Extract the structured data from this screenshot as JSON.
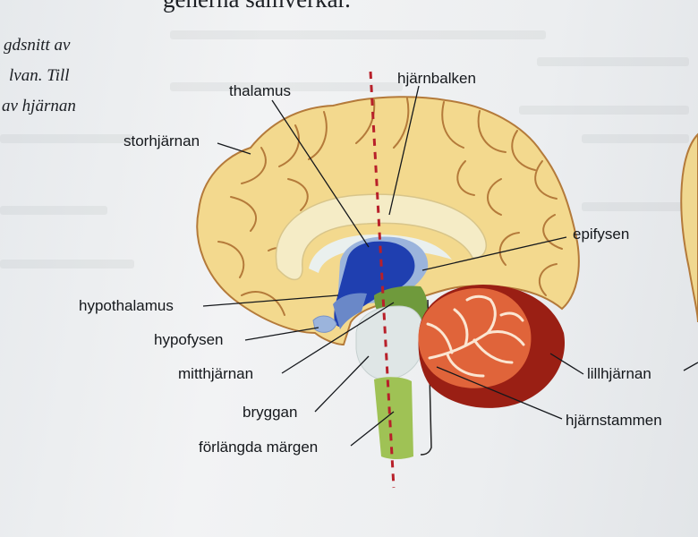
{
  "heading": "generna samverkar.",
  "caption": {
    "line1": "gdsnitt av",
    "line2": "lvan. Till",
    "line3": "av hjärnan"
  },
  "labels": {
    "storhjarnan": "storhjärnan",
    "thalamus": "thalamus",
    "hjarnbalken": "hjärnbalken",
    "epifysen": "epifysen",
    "hypothalamus": "hypothalamus",
    "hypofysen": "hypofysen",
    "mitthjarnan": "mitthjärnan",
    "bryggan": "bryggan",
    "forlangda_margen": "förlängda märgen",
    "lillhjarnan": "lillhjärnan",
    "hjarnstammen": "hjärnstammen"
  },
  "colors": {
    "cerebrum": "#f3d98e",
    "cerebrum_outline": "#b47a3a",
    "corpus_callosum": "#f5ecc6",
    "thalamus": "#1f3fb0",
    "light_blue": "#9bb4dc",
    "midbrain": "#6f9a3c",
    "pons": "#dfe6e6",
    "medulla": "#9fc255",
    "cerebellum_light": "#e0643a",
    "cerebellum_dark": "#9a1f14",
    "midline": "#b8202a"
  }
}
